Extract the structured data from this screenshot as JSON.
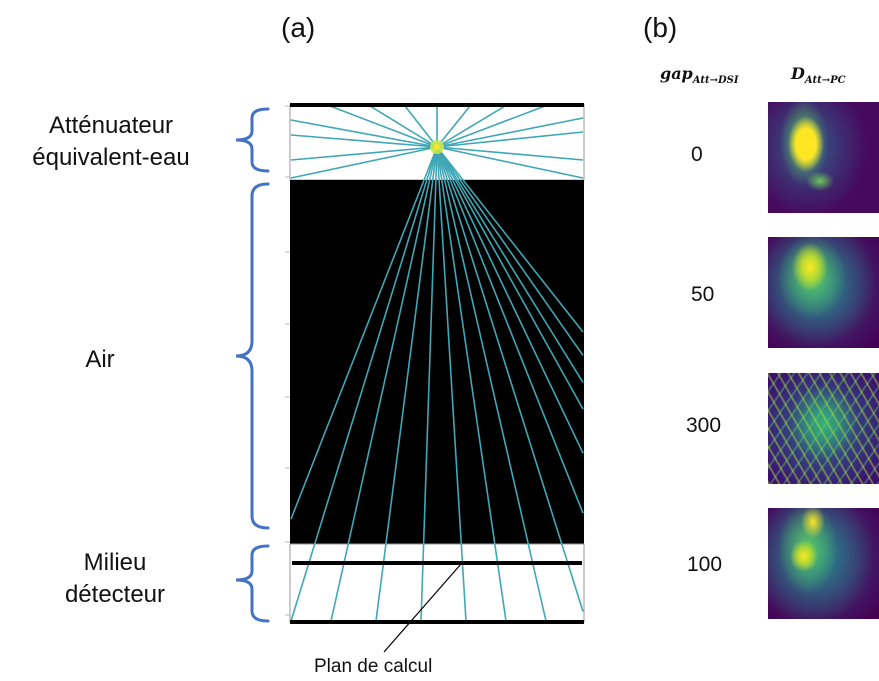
{
  "panel_a": {
    "label": "(a)",
    "regions": [
      {
        "id": "attenuator",
        "label_lines": [
          "Atténuateur",
          "équivalent-eau"
        ]
      },
      {
        "id": "air",
        "label_lines": [
          "Air"
        ]
      },
      {
        "id": "detector",
        "label_lines": [
          "Milieu",
          "détecteur"
        ]
      }
    ],
    "calc_plane_label": "Plan de calcul"
  },
  "panel_b": {
    "label": "(b)",
    "col_gap": {
      "main": "gap",
      "sub": "Att→DSI"
    },
    "col_dose": {
      "main": "D",
      "sub": "Att→PC"
    },
    "rows": [
      {
        "gap": "0"
      },
      {
        "gap": "50"
      },
      {
        "gap": "300"
      },
      {
        "gap": "100"
      }
    ]
  },
  "colors": {
    "brace": "#4472C4",
    "track": "#3FA7B5",
    "air": "#000000",
    "viridis_dark": "#440154",
    "viridis_mid": "#21918C",
    "viridis_bright": "#FDE725"
  }
}
